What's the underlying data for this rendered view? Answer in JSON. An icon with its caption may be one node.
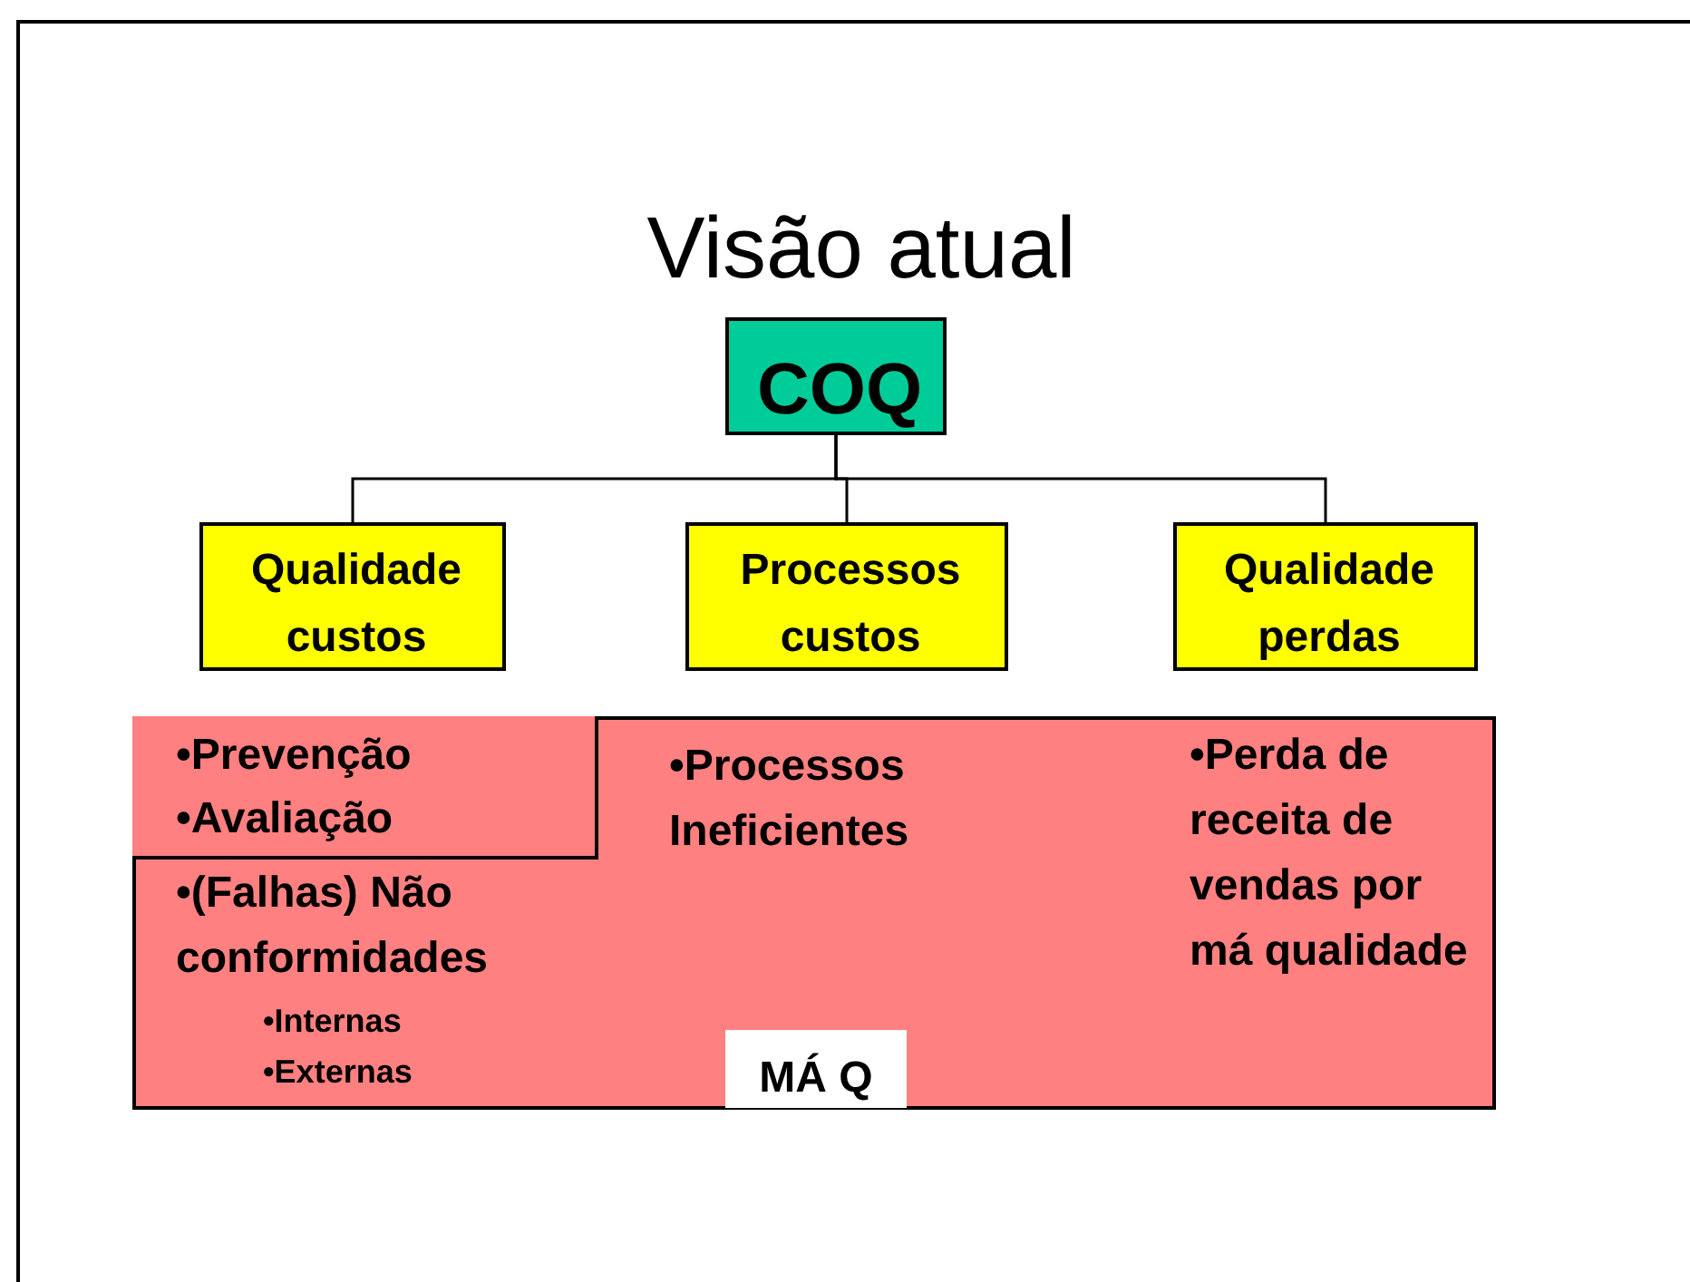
{
  "diagram": {
    "title": "Visão atual",
    "nodes": [
      {
        "text": [
          "COQ"
        ]
      },
      {
        "text": [
          "Qualidade custos"
        ]
      },
      {
        "text": [
          "Processos custos"
        ]
      },
      {
        "text": [
          "Qualidade perdas"
        ]
      },
      {
        "text": [
          "•(Falhas) Não conformidades",
          "•Internas",
          "•Externas",
          "•Processos Ineficientes",
          "•Perda de receita de vendas por má qualidade"
        ]
      },
      {
        "text": [
          "•Prevenção",
          "•Avaliação"
        ],
        "in": 4
      },
      {
        "text": [
          "MÁ Q"
        ],
        "in": 4
      }
    ],
    "edges": [
      {
        "from": 0,
        "to": 1,
        "arrow": "none"
      },
      {
        "from": 0,
        "to": 2,
        "arrow": "none"
      },
      {
        "from": 0,
        "to": 3,
        "arrow": "none"
      }
    ]
  }
}
